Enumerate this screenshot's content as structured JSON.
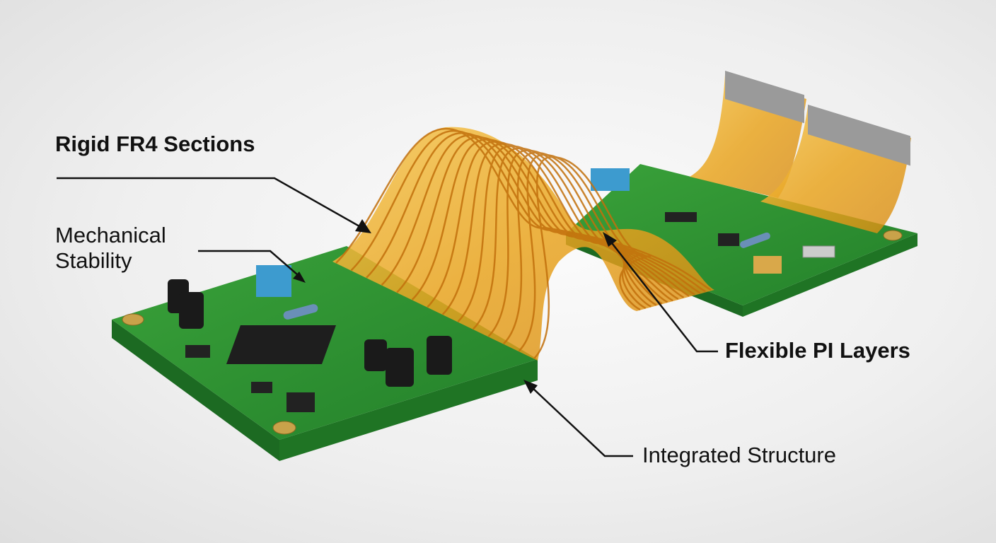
{
  "labels": {
    "rigid": "Rigid FR4 Sections",
    "mechanical_line1": "Mechanical",
    "mechanical_line2": "Stability",
    "flexible": "Flexible PI Layers",
    "integrated": "Integrated Structure"
  },
  "colors": {
    "pcb_green": "#2f8f2f",
    "polyimide": "#e8a520",
    "trace": "#c9780e",
    "leader": "#111111"
  }
}
